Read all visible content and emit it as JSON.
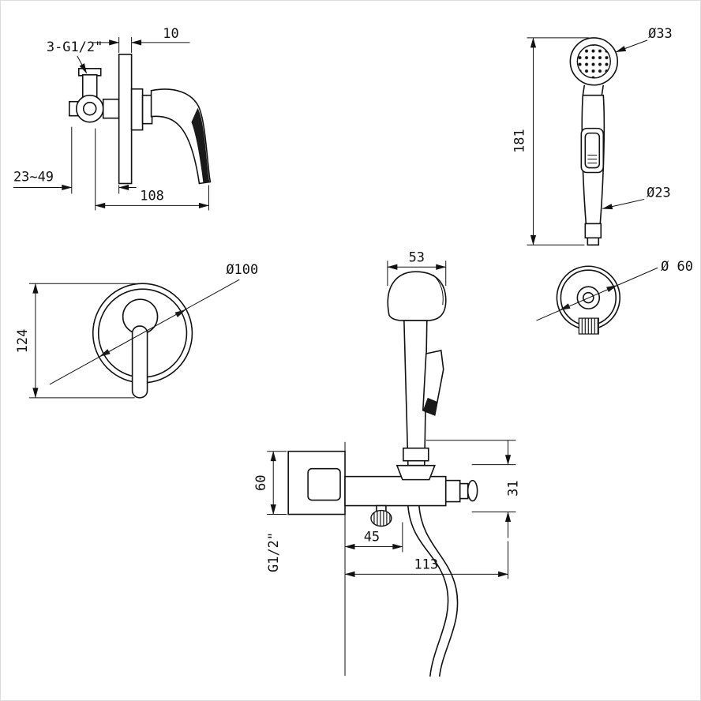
{
  "drawing": {
    "background": "#ffffff",
    "line_color": "#111111",
    "views": {
      "mixer_side": {
        "thread_label": "3-G1/2\"",
        "plate_thickness": "10",
        "depth_range": "23~49",
        "projection": "108"
      },
      "sprayer_side": {
        "head_diameter": "Ø33",
        "length": "181",
        "handle_diameter": "Ø23"
      },
      "mixer_front": {
        "plate_diameter": "Ø100",
        "height": "124"
      },
      "assembly_front": {
        "head_width": "53",
        "bracket_size": "60",
        "thread_label": "G1/2\"",
        "valve_offset": "45",
        "total_width": "113",
        "outlet_height": "31"
      },
      "outlet_front": {
        "diameter": "Ø 60"
      }
    }
  }
}
